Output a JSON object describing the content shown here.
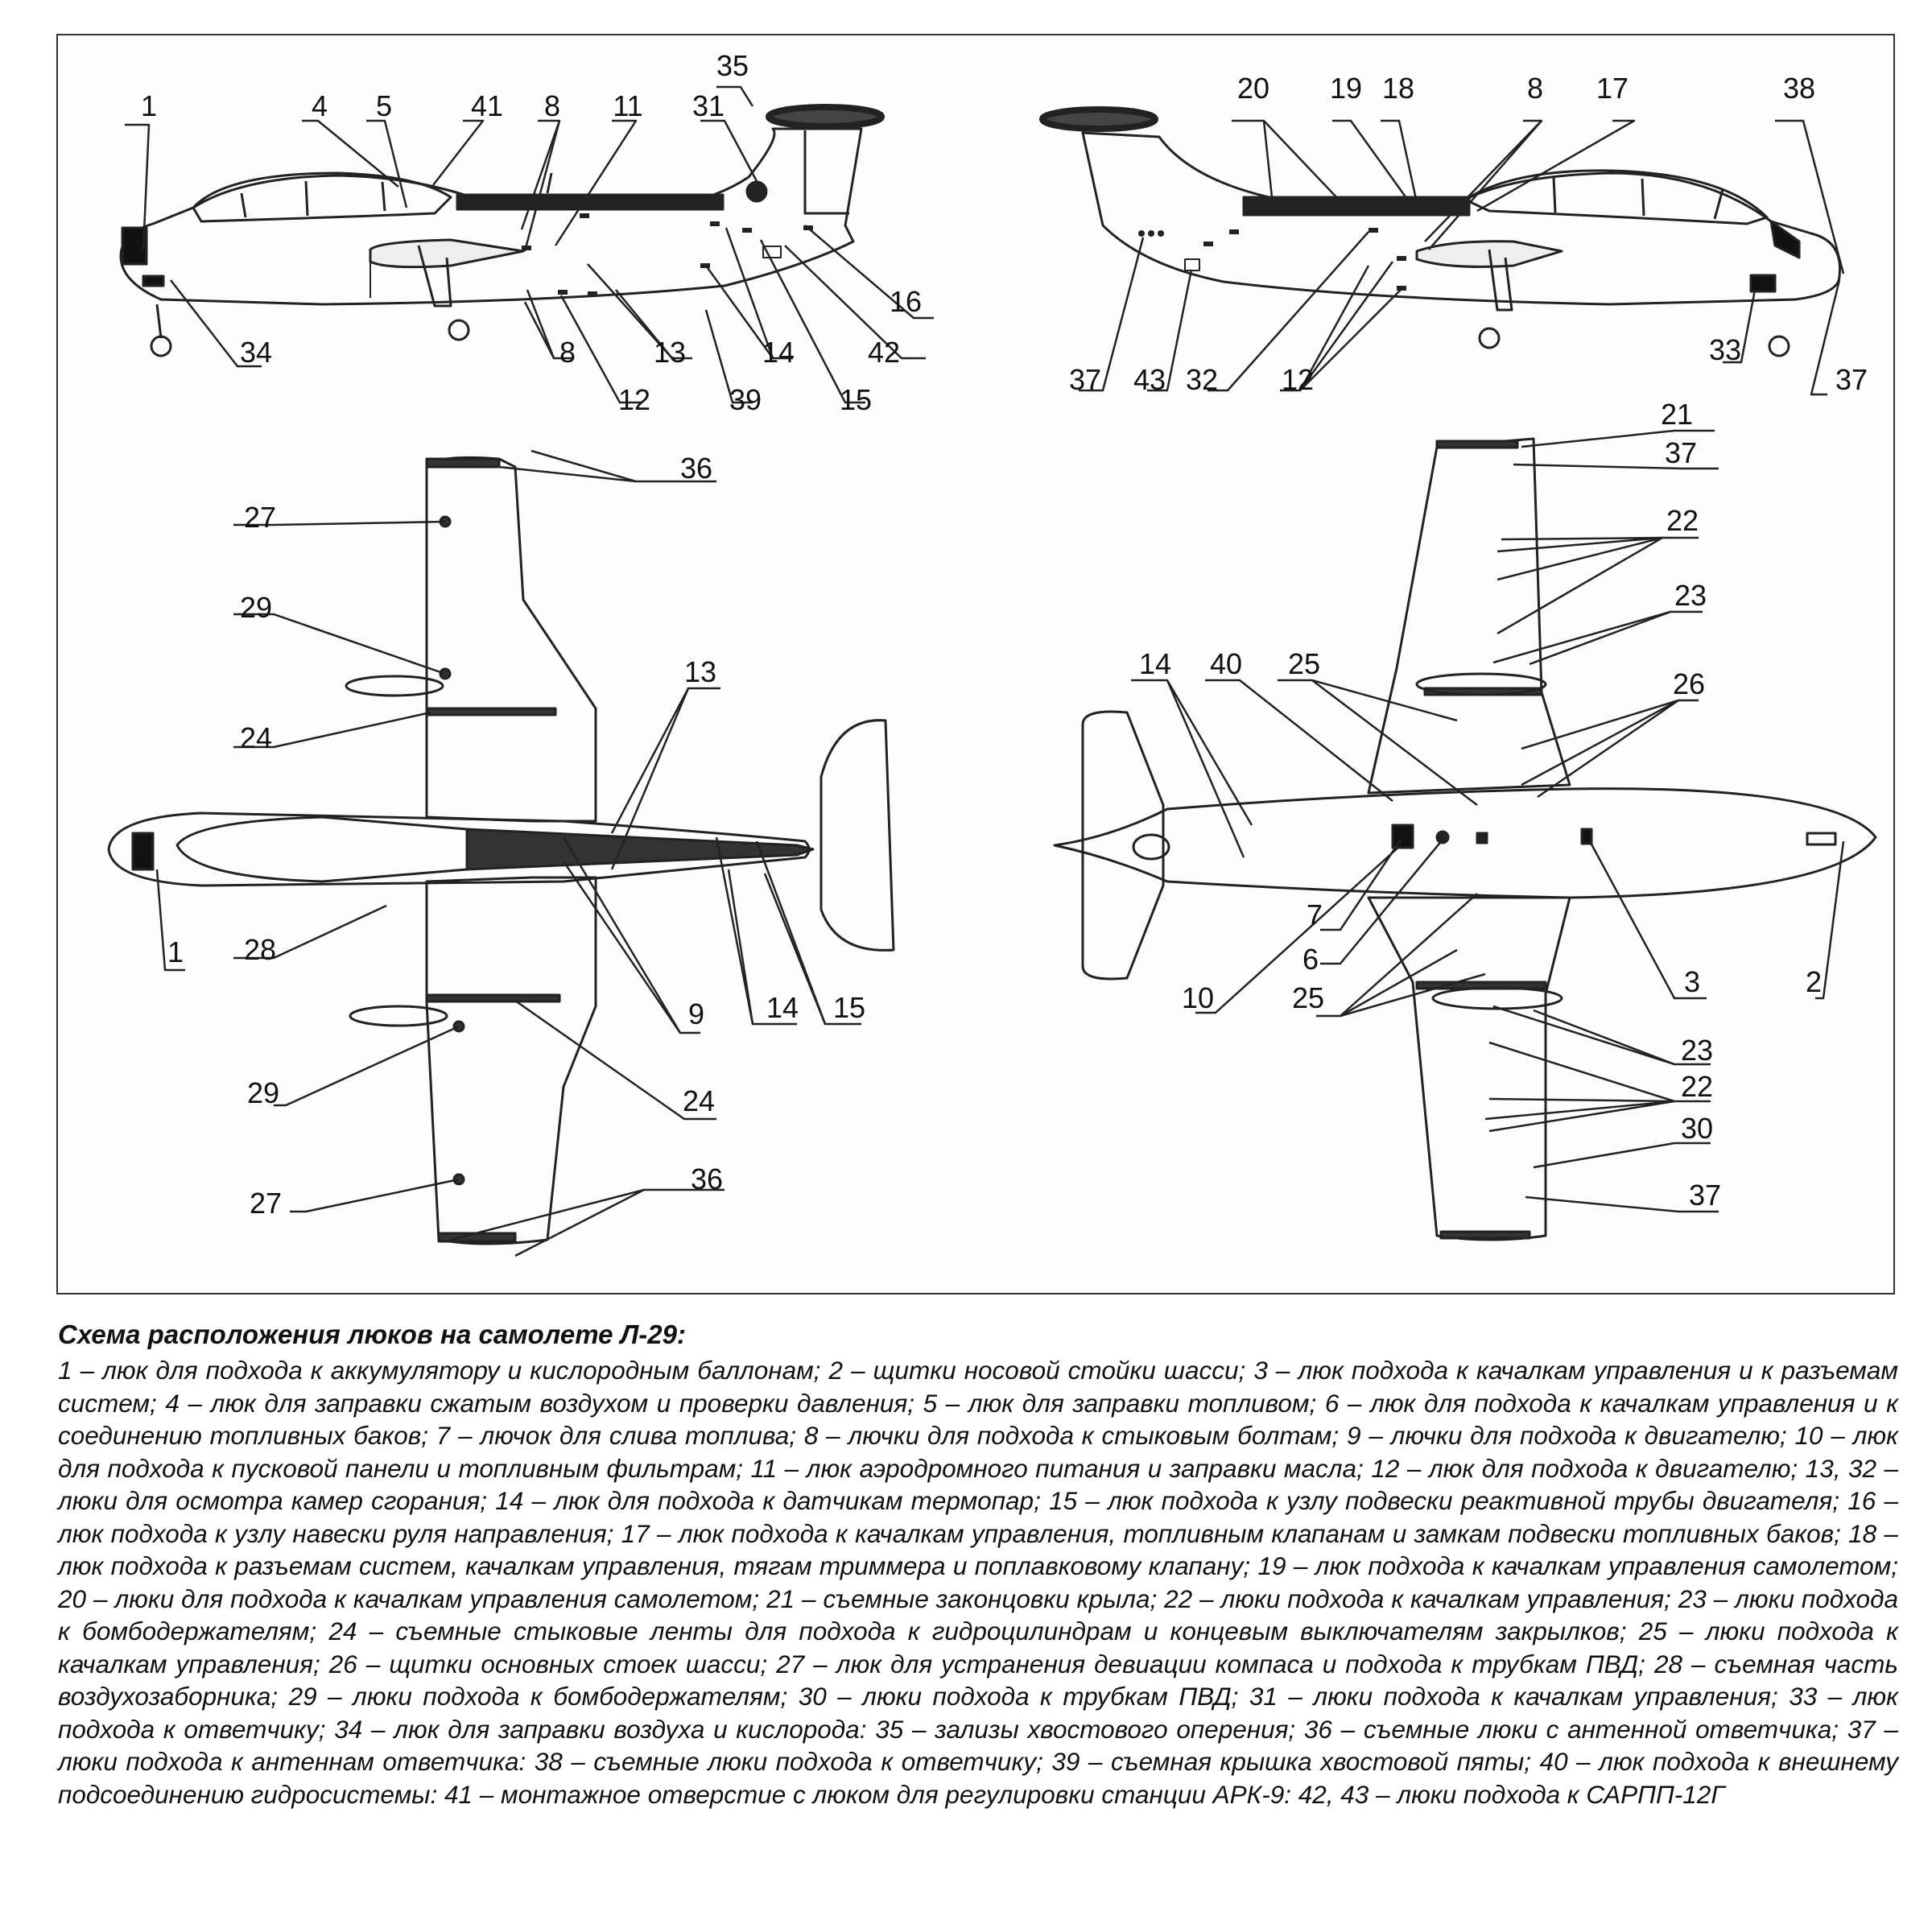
{
  "caption": {
    "title": "Схема расположения люков на самолете Л-29:",
    "items": [
      {
        "n": "1",
        "text": "люк для подхода к аккумулятору и кислородным баллонам;"
      },
      {
        "n": "2",
        "text": "щитки носовой стойки шасси;"
      },
      {
        "n": "3",
        "text": "люк подхода к качалкам управления и к разъемам систем;"
      },
      {
        "n": "4",
        "text": "люк для заправки сжатым воздухом и проверки давления;"
      },
      {
        "n": "5",
        "text": "люк для заправки топливом;"
      },
      {
        "n": "6",
        "text": "люк для подхода к качалкам управления и к соединению топливных баков;"
      },
      {
        "n": "7",
        "text": "лючок для слива топлива;"
      },
      {
        "n": "8",
        "text": "лючки для подхода к стыковым болтам;"
      },
      {
        "n": "9",
        "text": "лючки для подхода к двигателю;"
      },
      {
        "n": "10",
        "text": "люк для подхода к пусковой панели и топливным фильтрам;"
      },
      {
        "n": "11",
        "text": "люк аэродромного питания и заправки масла;"
      },
      {
        "n": "12",
        "text": "люк для подхода к двигателю;"
      },
      {
        "n": "13, 32",
        "text": "люки для осмотра камер сгорания;"
      },
      {
        "n": "14",
        "text": "люк для подхода к датчикам термопар;"
      },
      {
        "n": "15",
        "text": "люк подхода к узлу подвески реактивной трубы двигателя;"
      },
      {
        "n": "16",
        "text": "люк подхода к узлу навески руля направления;"
      },
      {
        "n": "17",
        "text": "люк подхода к качалкам управления, топливным клапанам и замкам подвески топливных баков;"
      },
      {
        "n": "18",
        "text": "люк подхода к разъемам систем, качалкам управления, тягам триммера и поплавковому клапану;"
      },
      {
        "n": "19",
        "text": "люк подхода к качалкам управления самолетом;"
      },
      {
        "n": "20",
        "text": "люки для подхода к качалкам управления самолетом;"
      },
      {
        "n": "21",
        "text": "съемные законцовки крыла;"
      },
      {
        "n": "22",
        "text": "люки подхода к качалкам управления;"
      },
      {
        "n": "23",
        "text": "люки подхода к бомбодержателям;"
      },
      {
        "n": "24",
        "text": "съемные стыковые ленты для подхода к гидроцилиндрам и концевым выключателям закрылков;"
      },
      {
        "n": "25",
        "text": "люки подхода к качалкам управления;"
      },
      {
        "n": "26",
        "text": "щитки основных стоек шасси;"
      },
      {
        "n": "27",
        "text": "люк для устранения девиации компаса и подхода к трубкам ПВД;"
      },
      {
        "n": "28",
        "text": "съемная часть воздухозаборника;"
      },
      {
        "n": "29",
        "text": "люки подхода к бомбодержателям;"
      },
      {
        "n": "30",
        "text": "люки подхода к трубкам ПВД;"
      },
      {
        "n": "31",
        "text": "люки подхода к качалкам управления;"
      },
      {
        "n": "33",
        "text": "люк подхода к ответчику;"
      },
      {
        "n": "34",
        "text": "люк для заправки воздуха и кислорода:"
      },
      {
        "n": "35",
        "text": "зализы хвостового оперения;"
      },
      {
        "n": "36",
        "text": "съемные люки с антенной ответчика;"
      },
      {
        "n": "37",
        "text": "люки подхода к антеннам ответчика:"
      },
      {
        "n": "38",
        "text": "съемные люки подхода к ответчику;"
      },
      {
        "n": "39",
        "text": "съемная крышка хвостовой пяты;"
      },
      {
        "n": "40",
        "text": "люк подхода к внешнему подсоединению гидросистемы:"
      },
      {
        "n": "41",
        "text": "монтажное отверстие с люком для регулировки станции АРК-9:"
      },
      {
        "n": "42, 43",
        "text": "люки подхода к САРПП-12Г"
      }
    ]
  },
  "views": {
    "side_left": {
      "callouts": [
        "1",
        "4",
        "5",
        "41",
        "8",
        "11",
        "31",
        "35",
        "34",
        "8",
        "12",
        "13",
        "39",
        "14",
        "15",
        "42",
        "16"
      ]
    },
    "side_right": {
      "callouts": [
        "20",
        "19",
        "18",
        "8",
        "17",
        "38",
        "37",
        "43",
        "32",
        "12",
        "33",
        "37"
      ]
    },
    "top": {
      "callouts": [
        "36",
        "27",
        "29",
        "24",
        "13",
        "1",
        "28",
        "9",
        "14",
        "15",
        "29",
        "24",
        "27",
        "36"
      ]
    },
    "bottom": {
      "callouts": [
        "21",
        "37",
        "22",
        "23",
        "14",
        "40",
        "25",
        "26",
        "7",
        "6",
        "10",
        "25",
        "3",
        "2",
        "23",
        "22",
        "30",
        "37"
      ]
    }
  }
}
